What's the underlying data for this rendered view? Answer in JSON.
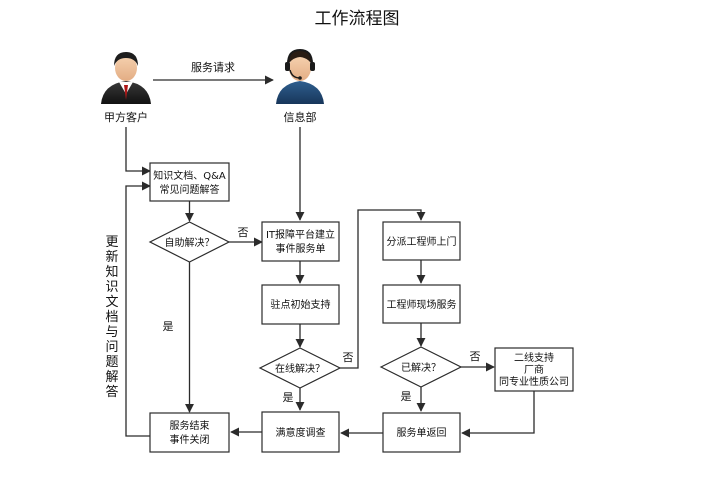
{
  "title": "工作流程图",
  "actors": {
    "client": "甲方客户",
    "it_department": "信息部"
  },
  "edge_labels": {
    "service_request": "服务请求",
    "no_1": "否",
    "no_2": "否",
    "no_3": "否",
    "yes_1": "是",
    "yes_2": "是",
    "yes_3": "是"
  },
  "nodes": {
    "knowledge_docs": [
      "知识文档、Q&A",
      "常见问题解答"
    ],
    "self_resolved": "自助解决？",
    "it_platform": [
      "IT报障平台建立",
      "事件服务单"
    ],
    "onsite_support": "驻点初始支持",
    "online_resolved": "在线解决？",
    "dispatch_engineer": "分派工程师上门",
    "engineer_onsite": "工程师现场服务",
    "resolved": "已解决？",
    "second_line": [
      "二线支持",
      "厂商",
      "同专业性质公司"
    ],
    "service_end": [
      "服务结束",
      "事件关闭"
    ],
    "satisfaction": "满意度调查",
    "ticket_return": "服务单返回"
  },
  "side_note": [
    "更",
    "新",
    "知",
    "识",
    "文",
    "档",
    "与",
    "问",
    "题",
    "解",
    "答"
  ]
}
